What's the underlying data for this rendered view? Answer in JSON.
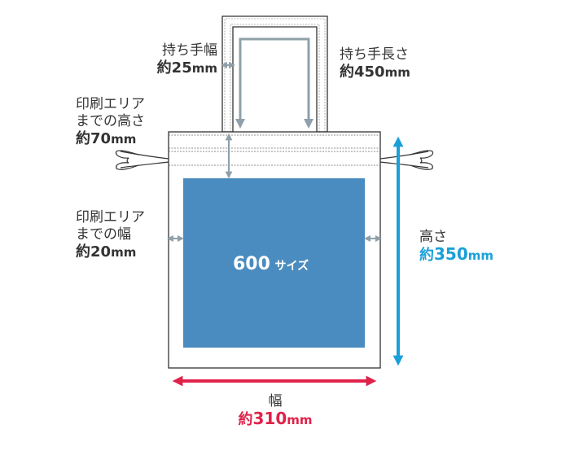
{
  "print_area": {
    "size_number": "600",
    "size_word": "サイズ"
  },
  "labels": {
    "handle_width": {
      "name": "持ち手幅",
      "approx": "約",
      "number": "25",
      "unit": "mm"
    },
    "handle_length": {
      "name": "持ち手長さ",
      "approx": "約",
      "number": "450",
      "unit": "mm"
    },
    "print_top": {
      "line1": "印刷エリア",
      "line2": "までの高さ",
      "approx": "約",
      "number": "70",
      "unit": "mm"
    },
    "print_side": {
      "line1": "印刷エリア",
      "line2": "までの幅",
      "approx": "約",
      "number": "20",
      "unit": "mm"
    },
    "height": {
      "name": "高さ",
      "approx": "約",
      "number": "350",
      "unit": "mm"
    },
    "width": {
      "name": "幅",
      "approx": "約",
      "number": "310",
      "unit": "mm"
    }
  },
  "colors": {
    "bag_outline": "#333333",
    "stitch": "#666666",
    "print_area": "#4A8CBF",
    "dim_arrow_gray": "#8FA0AA",
    "height_arrow": "#1AA0D8",
    "width_arrow": "#E0224A",
    "text": "#333333"
  }
}
